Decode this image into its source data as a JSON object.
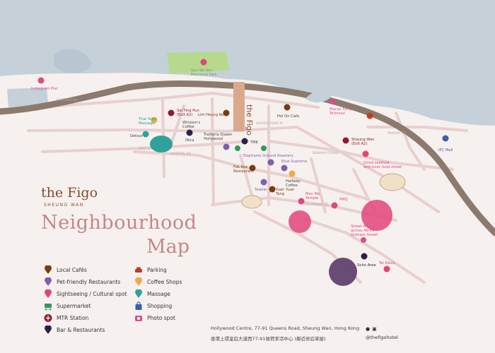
{
  "brand": {
    "name": "the Figo",
    "subname": "SHEUNG WAN"
  },
  "title": {
    "line1": "Neighbourhood",
    "line2": "Map"
  },
  "map_labels": {
    "instagram_pier": "Instagram Pier",
    "sun_yat_sen": "Sun Yat Sen\nMemorial Park",
    "fung_mat_rd": "FUNG MAT RD",
    "sai_ying_pun": "Sai Ying Pun\n(Exit A2)",
    "lim_heung_kei": "Lim Heung Kei",
    "winstons_coffee": "Winston's\nCoffee",
    "thai_yoga_massage": "Thai Yoga\nMassage",
    "detour": "Detour",
    "okra": "Okra",
    "trattoria": "Trattoria Queen\nHollywood",
    "tmk": "TMK",
    "first_st": "FIRST ST",
    "hospital_rd": "HOSPITAL RD",
    "the_figo_tower": "the Figo",
    "queens_rd_w": "QUEEN'S ROAD W",
    "hoi_on_cafe": "Hoi On Cafe",
    "macau_ferry": "Macau Ferry\nTerminal",
    "man_kat_st": "MAN KAT ST",
    "ifc_mall": "IFC Mall",
    "sheung_wan_exit": "Sheung Wan\n(Exit A2)",
    "dried_seafood": "Dried seafood\nand tonic food street",
    "bonham_strand": "BONHAM STRAND",
    "elephants_ground": "Elephants Ground Roastery",
    "blue_supreme": "Blue Supreme",
    "fok_kee": "Fok Kee\nRestaurant",
    "halfway_coffee": "Halfway\nCoffee",
    "yuan_yuan_tang": "Yuan Yuan\nTang",
    "man_mo_temple": "Man Mo\nTemple",
    "pmq": "PMQ",
    "hollywood_rd": "HOLLYWOOD RD",
    "street_art": "Street Art\nacross 46-54\nGraham Street",
    "soho_area": "Soho Area",
    "tai_kwun": "Tai Kwun",
    "taiwiie": "Taiwiie"
  },
  "legend": {
    "local_cafes": "Local Cafés",
    "pet_friendly": "Pet-friendly Restaurants",
    "sightseeing": "Sightseeing / Cultural spot",
    "supermarket": "Supermarket",
    "mtr": "MTR Station",
    "bar": "Bar & Restaurants",
    "parking": "Parking",
    "coffee_shops": "Coffee Shops",
    "massage": "Massage",
    "shopping": "Shopping",
    "photo_spot": "Photo spot"
  },
  "footer": {
    "address_en": "Hollywood Centre, 77-91 Queens Road, Sheung Wan, Hong Kong",
    "address_cn": "香港上環皇后大道西77-91號荷李活中心 (鄰近修后草屋)",
    "handle": "@thefigohotel"
  },
  "colors": {
    "background": "#f6f1ee",
    "sea": "#c5d0d9",
    "road": "#e9cfcf",
    "highway": "#8c7a6e",
    "park": "#b6d98d",
    "local_cafe": "#7a3a12",
    "pet_friendly": "#7f5fae",
    "sightseeing": "#e2447a",
    "supermarket": "#2e9a5a",
    "mtr": "#8e1c2e",
    "bar": "#2c1f4a",
    "parking": "#c23a2a",
    "coffee": "#f0a94a",
    "massage": "#2fa19a",
    "shopping": "#3a5fa8",
    "photo": "#d94e8a"
  }
}
